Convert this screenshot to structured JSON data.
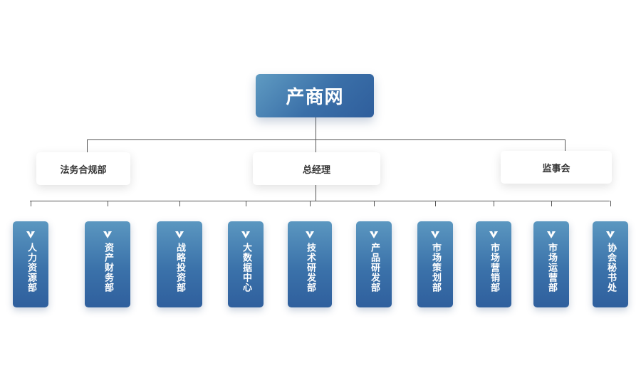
{
  "root": {
    "label": "产商网"
  },
  "level2": [
    {
      "label": "法务合规部"
    },
    {
      "label": "总经理"
    },
    {
      "label": "监事会"
    }
  ],
  "departments": [
    {
      "label": "人力资源部"
    },
    {
      "label": "资产财务部"
    },
    {
      "label": "战略投资部"
    },
    {
      "label": "大数据中心"
    },
    {
      "label": "技术研发部"
    },
    {
      "label": "产品研发部"
    },
    {
      "label": "市场策划部"
    },
    {
      "label": "市场营销部"
    },
    {
      "label": "市场运营部"
    },
    {
      "label": "协会秘书处"
    }
  ],
  "colors": {
    "box_top": "#5b97c0",
    "box_bottom": "#2f5f9d",
    "line": "#555555"
  },
  "icons": {
    "department": "v-logo-icon"
  }
}
